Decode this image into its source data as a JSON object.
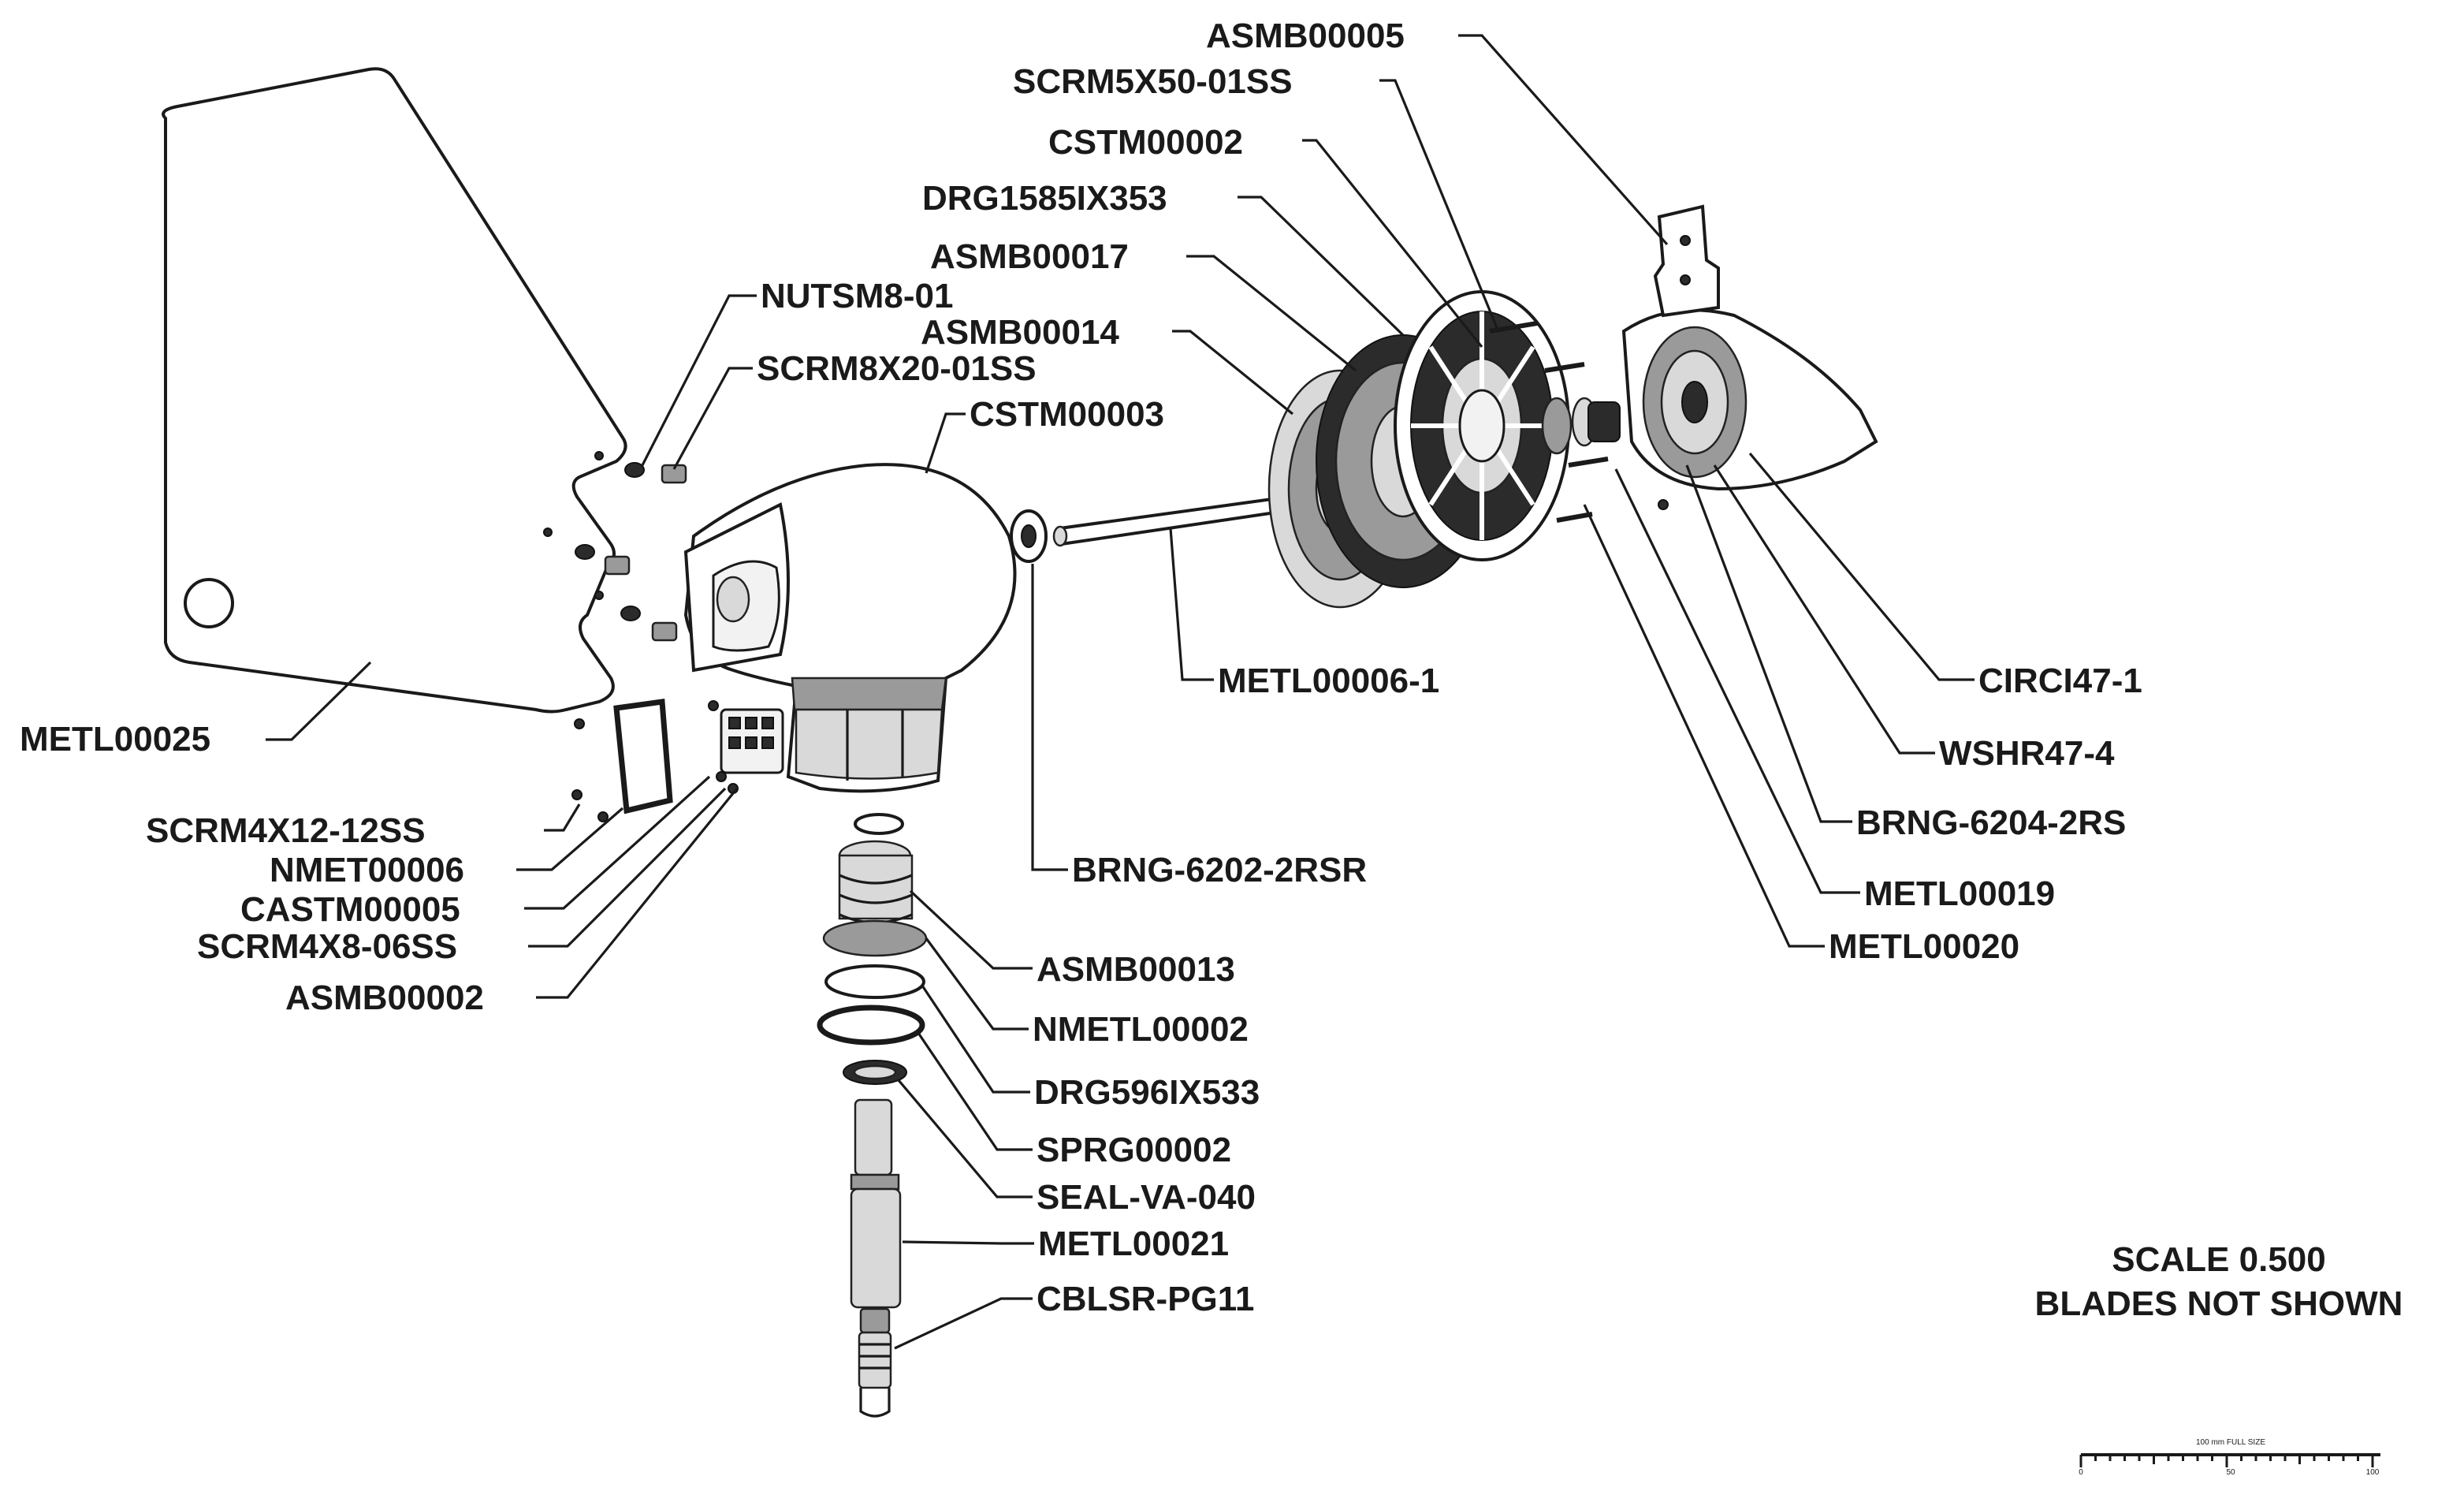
{
  "labels": {
    "asmb00005": "ASMB00005",
    "scrm5x50": "SCRM5X50-01SS",
    "cstm00002": "CSTM00002",
    "drg1585": "DRG1585IX353",
    "asmb00017": "ASMB00017",
    "nutsm8": "NUTSM8-01",
    "asmb00014": "ASMB00014",
    "scrm8x20": "SCRM8X20-01SS",
    "cstm00003": "CSTM00003",
    "metl00006": "METL00006-1",
    "circi47": "CIRCI47-1",
    "metl00025": "METL00025",
    "wshr47": "WSHR47-4",
    "brng6204": "BRNG-6204-2RS",
    "scrm4x12": "SCRM4X12-12SS",
    "nmet00006": "NMET00006",
    "brng6202": "BRNG-6202-2RSR",
    "castm00005": "CASTM00005",
    "metl00019": "METL00019",
    "scrm4x8": "SCRM4X8-06SS",
    "metl00020": "METL00020",
    "asmb00013": "ASMB00013",
    "asmb00002": "ASMB00002",
    "nmetl00002": "NMETL00002",
    "drg596": "DRG596IX533",
    "sprg00002": "SPRG00002",
    "sealva040": "SEAL-VA-040",
    "metl00021": "METL00021",
    "cblsr": "CBLSR-PG11"
  },
  "notes": {
    "scale": "SCALE 0.500",
    "blades": "BLADES NOT SHOWN"
  },
  "scale_bar": {
    "caption": "100 mm FULL SIZE",
    "tick_start": "0",
    "tick_mid": "50",
    "tick_end": "100"
  }
}
